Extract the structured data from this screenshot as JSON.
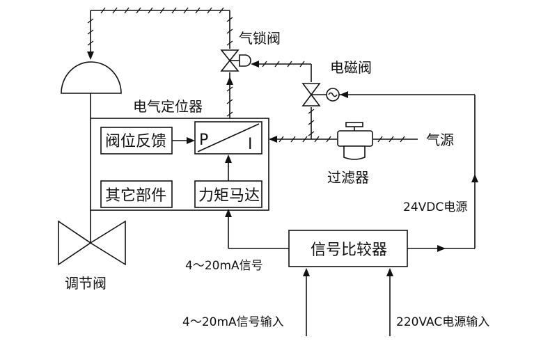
{
  "diagram": {
    "labels": {
      "air_lock_valve": "气锁阀",
      "solenoid_valve": "电磁阀",
      "positioner": "电气定位器",
      "valve_feedback": "阀位反馈",
      "p_letter": "P",
      "i_letter": "I",
      "other_parts": "其它部件",
      "torque_motor": "力矩马达",
      "air_source": "气源",
      "filter": "过滤器",
      "power_24vdc": "24VDC电源",
      "signal_comparator": "信号比较器",
      "signal_420": "4～20mA信号",
      "control_valve": "调节阀",
      "signal_input": "4～20mA信号输入",
      "power_input": "220VAC电源输入"
    }
  }
}
